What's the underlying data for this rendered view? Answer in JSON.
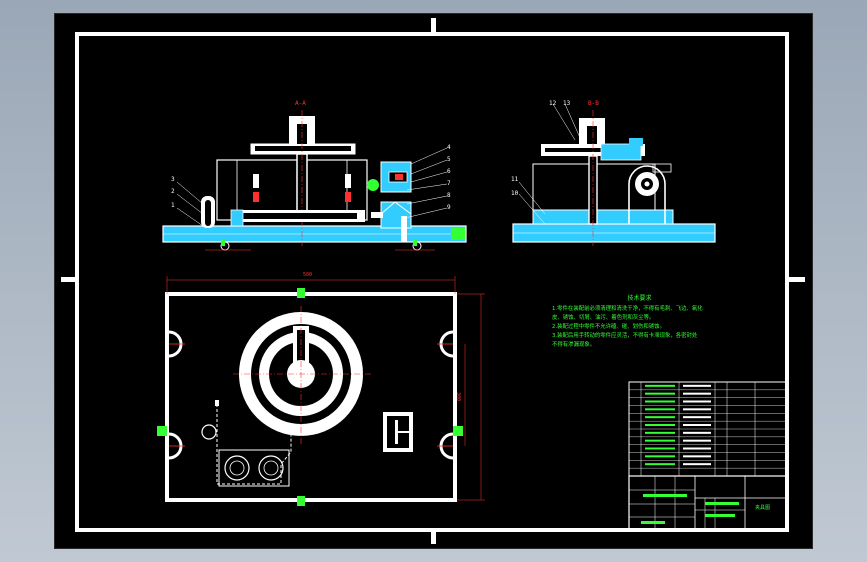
{
  "drawing": {
    "section_labels": {
      "front": "A-A",
      "side": "B-B"
    },
    "front_balloons": [
      "4",
      "5",
      "6",
      "7",
      "8",
      "9",
      "3",
      "2",
      "1"
    ],
    "side_balloons": [
      "12",
      "13",
      "11",
      "10"
    ],
    "plan_dimensions": {
      "width": "500",
      "height": "300"
    },
    "notes": {
      "title": "技术要求",
      "lines": [
        "1.零件在装配前必须清理和清洗干净，不得有毛刺、飞边、氧化",
        "皮、锈蚀、切屑、油污、着色剂和灰尘等。",
        "2.装配过程中零件不允许磕、碰、划伤和锈蚀。",
        "3.装配后用手转动的零件应灵活，不得有卡滞现象，各密封处",
        "不得有渗漏现象。"
      ]
    },
    "title_block": {
      "drawing_name": "夹具图"
    }
  },
  "colors": {
    "background": "#000000",
    "frame": "#ffffff",
    "outline": "#ffffff",
    "section_fill": "#33ccff",
    "dimension": "#ff3030",
    "annotation": "#33ff33",
    "hidden": "#ffff00"
  }
}
